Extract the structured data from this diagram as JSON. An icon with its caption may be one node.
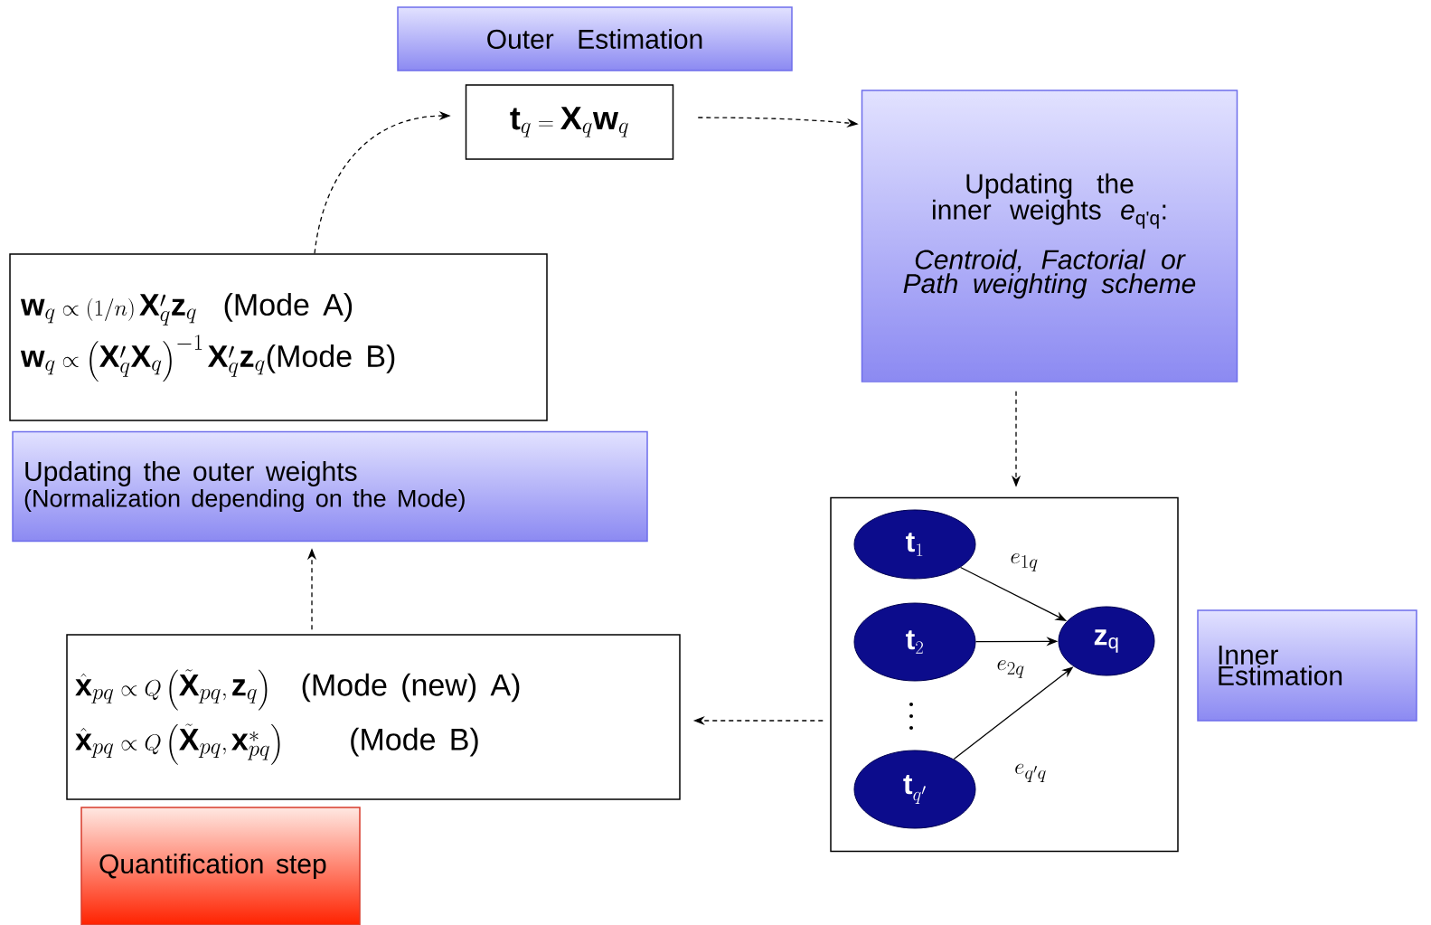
{
  "diagram": {
    "nodes": [
      {
        "text": [
          "Outer Estimation"
        ]
      },
      {
        "text": [
          "\\mathbf{t}_q=\\mathbf{X}_q\\mathbf{w}_q"
        ]
      },
      {
        "text": [
          "Updating  the inner weights *e*$_{q'q}$:",
          "Centroid, Factorial or Path weighting scheme"
        ]
      },
      {
        "text": [
          "\\mathbf{w}_q \\propto (1/n)\\,\\mathbf{X}'_q\\mathbf{z}_q\\ \\ \\text{(Mode A)}",
          "\\mathbf{w}_q \\propto \\left(\\mathbf{X}'_q\\mathbf{X}_q\\right)^{-1}\\mathbf{X}'_q\\mathbf{z}_q\\text{(Mode B)}"
        ]
      },
      {
        "text": [
          "Updating the outer weights",
          "(Normalization depending on the Mode)"
        ]
      },
      {
        "text": [],
        "shape": "box"
      },
      {
        "text": [
          "\\mathbf{t}_1"
        ],
        "in": 5
      },
      {
        "text": [
          "\\mathbf{t}_2"
        ],
        "in": 5
      },
      {
        "text": [
          "\\mathbf{t}_{q'}"
        ],
        "in": 5
      },
      {
        "text": [
          "\\mathbf{z}_\\mathrm{q}"
        ],
        "in": 5
      },
      {
        "text": [
          "Inner Estimation"
        ]
      },
      {
        "text": [
          "\\hat{\\mathbf{x}}_{pq} \\propto Q\\left(\\tilde{\\mathbf{X}}_{pq},\\mathbf{z}_q\\right)\\ \\ \\text{(Mode (new) A)}",
          "\\hat{\\mathbf{x}}_{pq} \\propto Q\\left(\\tilde{\\mathbf{X}}_{pq},\\mathbf{x}^{*}_{pq}\\right)\\qquad\\text{(Mode B)}"
        ]
      },
      {
        "text": [
          "Quantification step"
        ]
      }
    ],
    "edges": [
      {
        "from": 3,
        "to": 1,
        "arrow": "to",
        "style": "dashed"
      },
      {
        "from": 1,
        "to": 2,
        "arrow": "to",
        "style": "dashed"
      },
      {
        "from": 2,
        "to": 5,
        "arrow": "to",
        "style": "dashed"
      },
      {
        "from": 5,
        "to": 11,
        "arrow": "to",
        "style": "dashed"
      },
      {
        "from": 11,
        "to": 4,
        "arrow": "to",
        "style": "dashed"
      },
      {
        "from": 6,
        "to": 9,
        "arrow": "to",
        "label": "e_{1q}"
      },
      {
        "from": 7,
        "to": 9,
        "arrow": "to",
        "label": "e_{2q}"
      },
      {
        "from": 8,
        "to": 9,
        "arrow": "to",
        "label": "e_{q'q}"
      }
    ]
  }
}
